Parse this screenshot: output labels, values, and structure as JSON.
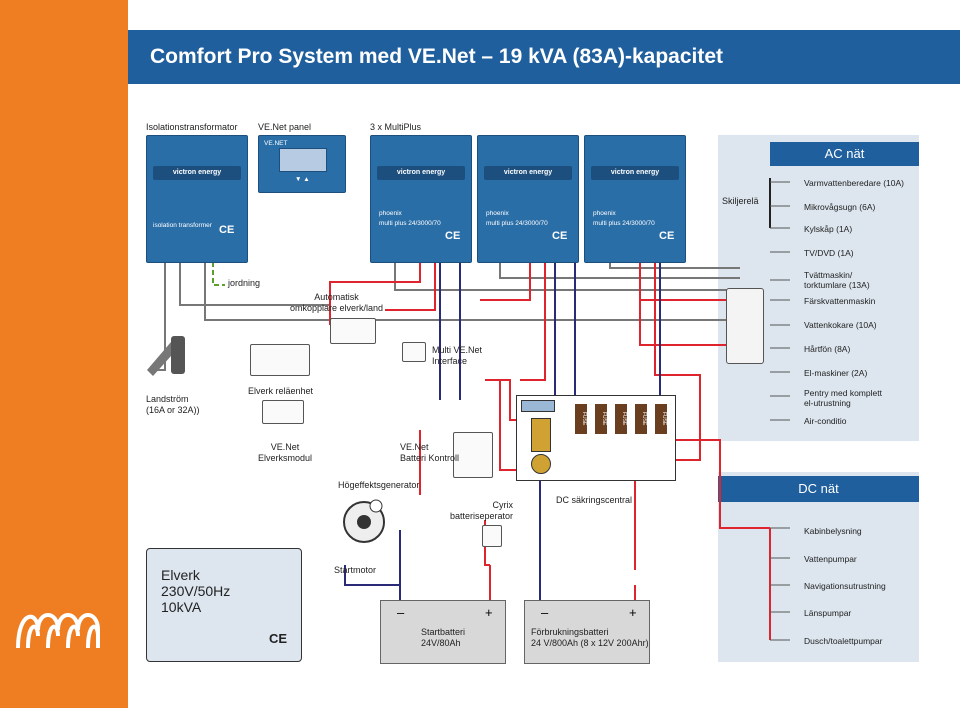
{
  "title": "Comfort Pro System med VE.Net – 19 kVA (83A)-kapacitet",
  "top_labels": {
    "isolation": "Isolationstransformator",
    "ve_net_panel": "VE.Net panel",
    "multiplus": "3 x MultiPlus"
  },
  "devices": {
    "isolation_brand": "victron energy",
    "isolation_text": "isolation transformer",
    "panel_brand": "VE.NET",
    "multi_brand": "victron energy",
    "multi_model_line1": "phoenix",
    "multi_model_line2": "multi plus 24/3000/70",
    "ce": "CE"
  },
  "labels": {
    "jordning": "jordning",
    "auto_switch": "Automatisk\nomkopplare elverk/land",
    "multi_venet": "Multi VE.Net\nInterface",
    "landstrom": "Landström\n(16A or 32A))",
    "elverk_relay": "Elverk reläenhet",
    "venet_elverk": "VE.Net\nElverksmodul",
    "venet_batteri": "VE.Net\nBatteri Kontroll",
    "hogeffekt": "Högeffektsgenerator",
    "cyrix": "Cyrix\nbatteriseperator",
    "dc_central": "DC säkringscentral",
    "startmotor": "Startmotor",
    "elverk_box": "Elverk\n230V/50Hz\n10kVA",
    "skiljerela": "Skiljerelä",
    "fuse": "FUSE",
    "minus": "–",
    "plus": "+",
    "startbatteri": "Startbatteri\n24V/80Ah",
    "forbrukning": "Förbrukningsbatteri\n24 V/800Ah (8 x 12V 200Ahr)"
  },
  "ac": {
    "header": "AC nät",
    "items": [
      "Varmvattenberedare (10A)",
      "Mikrovågsugn (6A)",
      "Kylskåp (1A)",
      "TV/DVD (1A)",
      "Tvättmaskin/\ntorktumlare (13A)",
      "Färskvattenmaskin",
      "Vattenkokare (10A)",
      "Hårtfön (8A)",
      "El-maskiner (2A)",
      "Pentry med komplett\nel-utrustning",
      "Air-conditio"
    ]
  },
  "dc": {
    "header": "DC nät",
    "items": [
      "Kabinbelysning",
      "Vattenpumpar",
      "Navigationsutrustning",
      "Länspumpar",
      "Dusch/toalettpumpar"
    ]
  },
  "colors": {
    "orange": "#ef7d22",
    "title_blue": "#1f5f9d",
    "device_blue": "#2a6ea8",
    "panel_bg": "#dde6ef",
    "wire_red": "#e0242d",
    "wire_navy": "#2b2a78",
    "wire_grey": "#777777",
    "wire_green": "#5aa02c"
  }
}
